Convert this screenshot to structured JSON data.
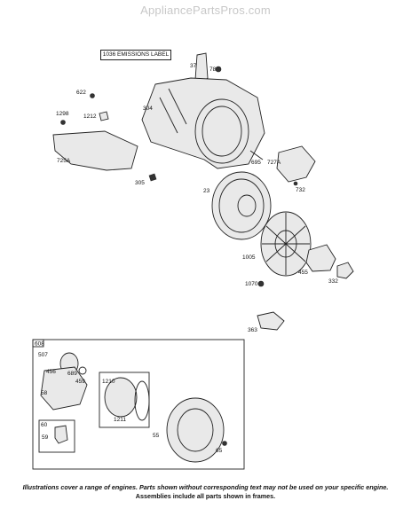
{
  "watermark": "AppliancePartsPros.com",
  "emissions_label": "1036 EMISSIONS LABEL",
  "frame_label": "608",
  "sub_frame_label": "60",
  "parts": {
    "p37": "37",
    "p78": "78",
    "p622": "622",
    "p304": "304",
    "p1298": "1298",
    "p1212": "1212",
    "p725A": "725A",
    "p305": "305",
    "p695": "695",
    "p727A": "727A",
    "p732": "732",
    "p23": "23",
    "p1005": "1005",
    "p455": "455",
    "p332": "332",
    "p1070": "1070",
    "p363": "363",
    "p507": "507",
    "p456": "456",
    "p689": "689",
    "p459": "459",
    "p58": "58",
    "p1210": "1210",
    "p1211": "1211",
    "p55": "55",
    "p59": "59",
    "p65": "65"
  },
  "footer": {
    "line1": "Illustrations cover a range of engines. Parts shown without corresponding text may not be used on your specific engine.",
    "line2": "Assemblies include all parts shown in frames."
  },
  "colors": {
    "ink": "#222222",
    "watermark": "#c8c8c8",
    "background": "#ffffff"
  }
}
